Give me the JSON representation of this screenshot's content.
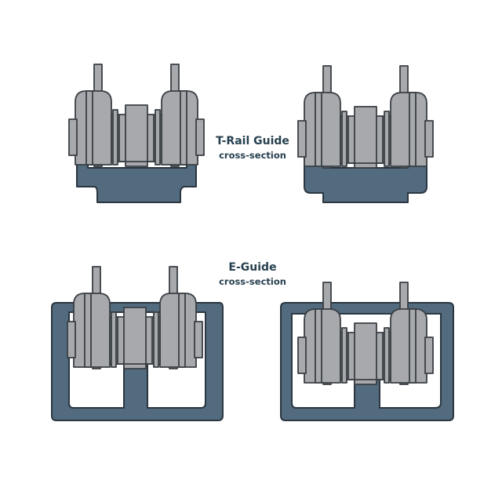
{
  "colors": {
    "rail_fill": "#536b7e",
    "rail_stroke": "#2b3640",
    "roller_fill": "#a7a9ac",
    "roller_stroke": "#3a3f44",
    "label_color": "#26404f",
    "background": "#ffffff"
  },
  "labels": {
    "t_rail": {
      "title": "T-Rail Guide",
      "subtitle": "cross-section"
    },
    "e_guide": {
      "title": "E-Guide",
      "subtitle": "cross-section"
    }
  }
}
